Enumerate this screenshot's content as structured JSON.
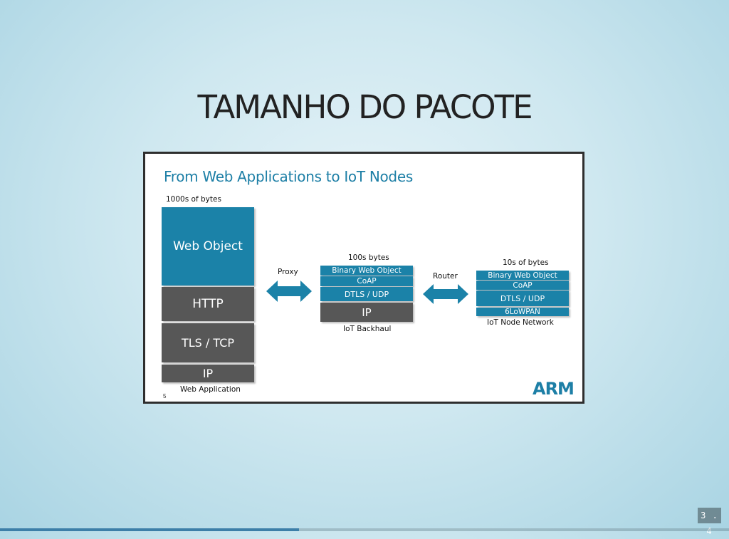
{
  "slide": {
    "title": "TAMANHO DO PACOTE",
    "number": "3 . 4",
    "progress_fraction": 0.41
  },
  "figure": {
    "heading": "From Web Applications to IoT Nodes",
    "page_num": "5",
    "logo": "ARM",
    "accent_color": "#1b82a8",
    "dark_color": "#575757",
    "web": {
      "size_label": "1000s of bytes",
      "layers": [
        "Web Object",
        "HTTP",
        "TLS / TCP",
        "IP"
      ],
      "caption": "Web Application"
    },
    "proxy_label": "Proxy",
    "backhaul": {
      "size_label": "100s bytes",
      "layers": [
        "Binary Web Object",
        "CoAP",
        "DTLS / UDP",
        "IP"
      ],
      "caption": "IoT Backhaul"
    },
    "router_label": "Router",
    "node": {
      "size_label": "10s of bytes",
      "layers": [
        "Binary Web Object",
        "CoAP",
        "DTLS / UDP",
        "6LoWPAN"
      ],
      "caption": "IoT Node Network"
    }
  }
}
